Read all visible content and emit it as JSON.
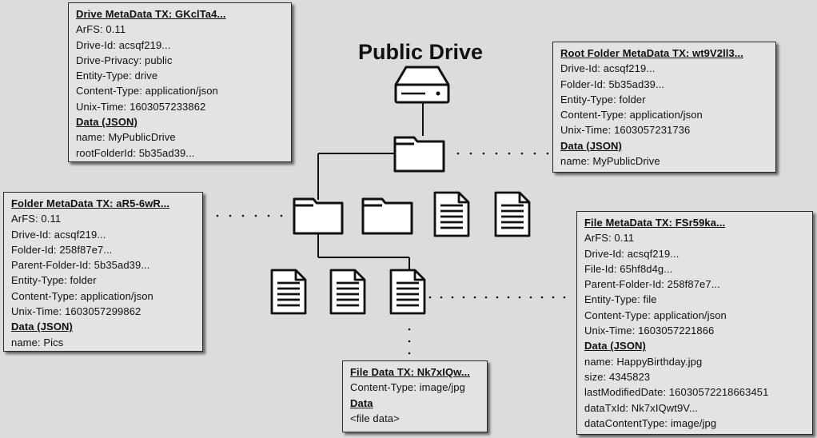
{
  "heading": "Public Drive",
  "drive_box": {
    "title": "Drive MetaData TX: GKclTa4...",
    "tags": [
      "ArFS: 0.11",
      "Drive-Id: acsqf219...",
      "Drive-Privacy: public",
      "Entity-Type: drive",
      "Content-Type: application/json",
      "Unix-Time: 1603057233862"
    ],
    "data_label": "Data (JSON)",
    "data": [
      "name: MyPublicDrive",
      "rootFolderId: 5b35ad39..."
    ]
  },
  "root_folder_box": {
    "title": "Root Folder MetaData TX: wt9V2ll3...",
    "tags": [
      "Drive-Id: acsqf219...",
      "Folder-Id: 5b35ad39...",
      "Entity-Type: folder",
      "Content-Type: application/json",
      "Unix-Time: 1603057231736"
    ],
    "data_label": "Data (JSON)",
    "data": [
      "name: MyPublicDrive"
    ]
  },
  "folder_box": {
    "title": "Folder MetaData TX: aR5-6wR...",
    "tags": [
      "ArFS: 0.11",
      "Drive-Id: acsqf219...",
      "Folder-Id: 258f87e7...",
      "Parent-Folder-Id: 5b35ad39...",
      "Entity-Type: folder",
      "Content-Type: application/json",
      "Unix-Time: 1603057299862"
    ],
    "data_label": "Data (JSON)",
    "data": [
      "name: Pics"
    ]
  },
  "file_box": {
    "title": "File MetaData TX: FSr59ka...",
    "tags": [
      "ArFS: 0.11",
      "Drive-Id: acsqf219...",
      "File-Id: 65hf8d4g...",
      "Parent-Folder-Id: 258f87e7...",
      "Entity-Type: file",
      "Content-Type: application/json",
      "Unix-Time: 1603057221866"
    ],
    "data_label": "Data (JSON)",
    "data": [
      "name: HappyBirthday.jpg",
      "size: 4345823",
      "lastModifiedDate: 16030572218663451",
      "dataTxId: Nk7xIQwt9V...",
      "dataContentType: image/jpg"
    ]
  },
  "file_data_box": {
    "title": "File Data TX: Nk7xIQw...",
    "tags": [
      "Content-Type: image/jpg"
    ],
    "data_label": "Data",
    "data": [
      "<file data>"
    ]
  },
  "icons": [
    "drive-icon",
    "folder-icon",
    "document-icon"
  ],
  "colors": {
    "background": "#dcdcdc",
    "box_fill": "#e3e3e3",
    "stroke": "#111111"
  }
}
